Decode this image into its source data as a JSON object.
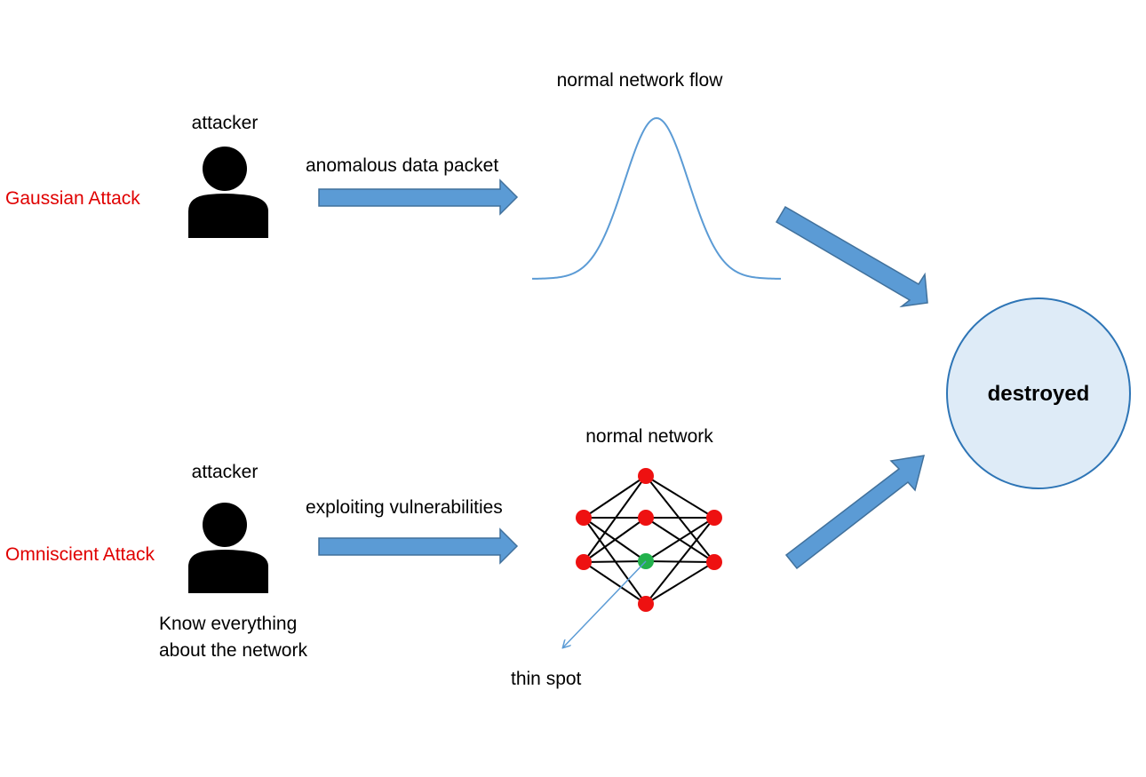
{
  "colors": {
    "attack_label": "#e00000",
    "arrow_fill": "#5b9bd5",
    "arrow_stroke": "#41719c",
    "curve": "#5b9bd5",
    "circle_fill": "#deebf7",
    "circle_stroke": "#2e75b6",
    "node_normal": "#ee1111",
    "node_weak": "#22b14c",
    "pointer": "#5b9bd5"
  },
  "gaussian_row": {
    "attack_label": "Gaussian Attack",
    "actor_label": "attacker",
    "actor_icon": "person-icon",
    "arrow_label": "anomalous data packet",
    "target_label": "normal network flow"
  },
  "omniscient_row": {
    "attack_label": "Omniscient Attack",
    "actor_label": "attacker",
    "actor_icon": "person-icon",
    "actor_note_line1": "Know everything",
    "actor_note_line2": "about the network",
    "arrow_label": "exploiting vulnerabilities",
    "target_label": "normal network",
    "weak_point_label": "thin spot"
  },
  "outcome": {
    "label": "destroyed"
  }
}
